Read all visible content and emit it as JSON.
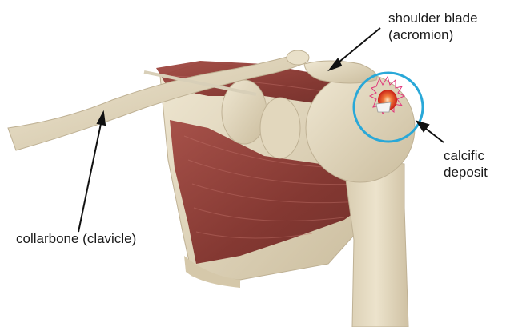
{
  "labels": {
    "shoulder_blade": {
      "line1": "shoulder blade",
      "line2": "(acromion)"
    },
    "calcific_deposit": {
      "line1": "calcific",
      "line2": "deposit"
    },
    "collarbone": "collarbone (clavicle)"
  },
  "colors": {
    "bone": "#e6dcc4",
    "bone_shadow": "#c9bc9f",
    "muscle": "#8e3a34",
    "muscle_light": "#b5615a",
    "highlight_circle": "#29a8d8",
    "deposit": "#d42a1c",
    "arrow": "#111111"
  }
}
